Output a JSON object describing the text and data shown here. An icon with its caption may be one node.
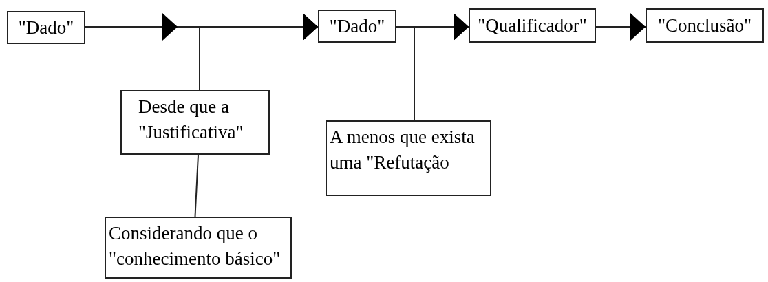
{
  "diagram": {
    "nodes": [
      {
        "text": [
          "\"Dado\""
        ]
      },
      {
        "text": [
          "\"Dado\""
        ]
      },
      {
        "text": [
          "\"Qualificador\""
        ]
      },
      {
        "text": [
          "\"Conclusão\""
        ]
      },
      {
        "text": [
          "Desde que a \"Justificativa\""
        ]
      },
      {
        "text": [
          "A menos que exista uma \"Refutação"
        ]
      },
      {
        "text": [
          "Considerando que o \"conhecimento básico\""
        ]
      }
    ],
    "edges": [
      {
        "from": 0,
        "to": 1,
        "arrow": "to"
      },
      {
        "from": 4,
        "to": 1,
        "arrow": "to"
      },
      {
        "from": 6,
        "to": 4,
        "arrow": "none"
      },
      {
        "from": 1,
        "to": 2,
        "arrow": "to"
      },
      {
        "from": 5,
        "to": 2,
        "arrow": "to"
      },
      {
        "from": 2,
        "to": 3,
        "arrow": "to"
      }
    ]
  }
}
